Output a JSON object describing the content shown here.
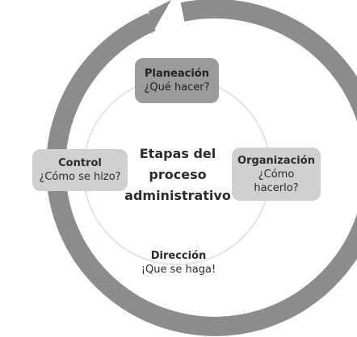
{
  "center_title": [
    "Etapas del",
    "proceso",
    "administrativo"
  ],
  "stages": {
    "planeacion": {
      "title": "Planeación",
      "subtitle": "¿Qué hacer?"
    },
    "organizacion": {
      "title": "Organización",
      "subtitle": [
        "¿Cómo",
        "hacerlo?"
      ]
    },
    "direccion": {
      "title": "Dirección",
      "subtitle": "¡Que se haga!"
    },
    "control": {
      "title": "Control",
      "subtitle": "¿Cómo se hizo?"
    }
  },
  "colors": {
    "ring": "#8c8c8c",
    "inner_circle": "#e3e3e3",
    "planeacion_box": "#9b9b9b",
    "side_box": "#d0d0d0"
  }
}
